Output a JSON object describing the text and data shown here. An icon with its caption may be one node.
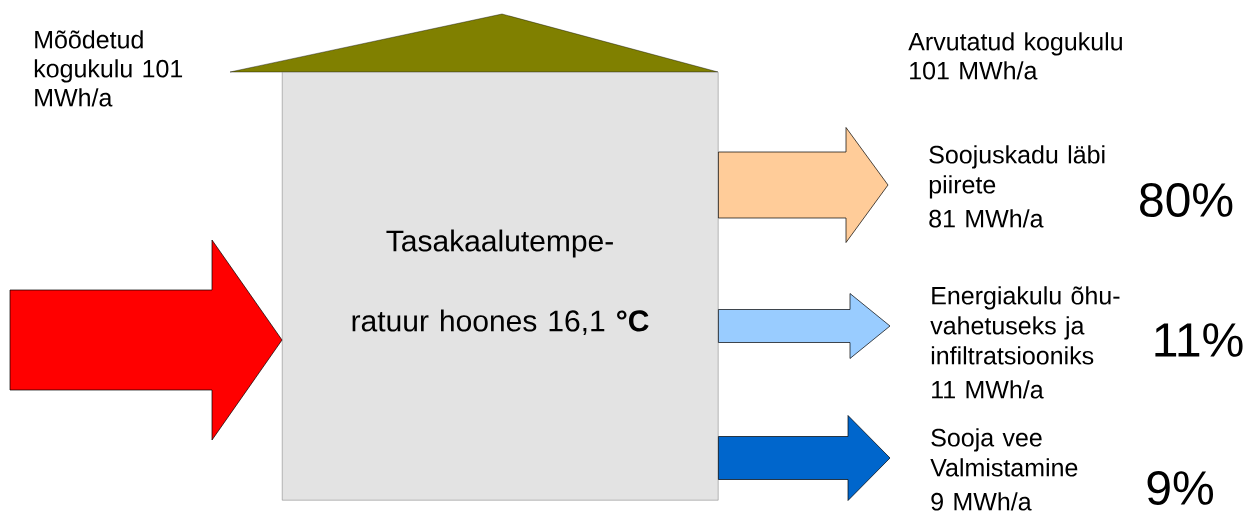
{
  "diagram": {
    "nodes": [
      {
        "text": [
          "Tasakaalutempe- ratuur hoones 16,1 **°C**"
        ]
      },
      {
        "text": [
          "Soojuskadu läbi piirete",
          "81 MWh/a"
        ],
        "beside": [
          "80%"
        ]
      },
      {
        "text": [
          "Energiakulu õhu- vahetuseks ja infiltratsiooniks",
          "11 MWh/a"
        ],
        "beside": [
          "11%"
        ]
      },
      {
        "text": [
          "Sooja vee Valmistamine",
          "9 MWh/a"
        ],
        "beside": [
          "9%"
        ]
      }
    ],
    "edges": [
      {
        "from": null,
        "to": 0,
        "arrow": "to",
        "style": "thick",
        "color": "#ff0000"
      },
      {
        "from": 0,
        "to": 1,
        "arrow": "to",
        "style": "thick",
        "color": "#ffcc99"
      },
      {
        "from": 0,
        "to": 2,
        "arrow": "to",
        "style": "thick",
        "color": "#99ccff"
      },
      {
        "from": 0,
        "to": 3,
        "arrow": "to",
        "style": "thick",
        "color": "#0066cc"
      }
    ],
    "labels": [
      "Mõõdetud kogukulu 101 MWh/a",
      "Arvutatud kogukulu 101 MWh/a"
    ]
  }
}
